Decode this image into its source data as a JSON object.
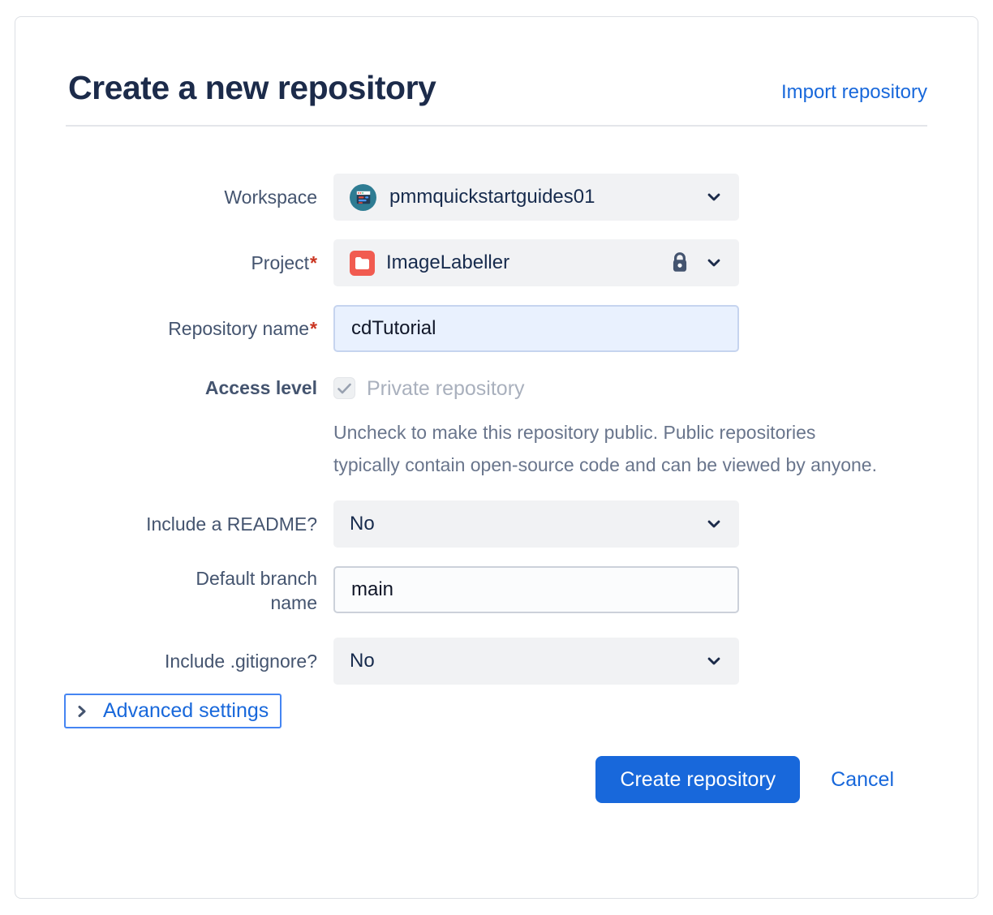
{
  "header": {
    "title": "Create a new repository",
    "import_link": "Import repository"
  },
  "form": {
    "workspace": {
      "label": "Workspace",
      "value": "pmmquickstartguides01"
    },
    "project": {
      "label": "Project",
      "required": "*",
      "value": "ImageLabeller"
    },
    "repo_name": {
      "label": "Repository name",
      "required": "*",
      "value": "cdTutorial"
    },
    "access_level": {
      "label": "Access level",
      "checkbox_label": "Private repository",
      "checkbox_checked": true,
      "description": "Uncheck to make this repository public. Public repositories typically contain open‑source code and can be viewed by anyone."
    },
    "readme": {
      "label": "Include a README?",
      "value": "No"
    },
    "default_branch": {
      "label": "Default branch name",
      "value": "main"
    },
    "gitignore": {
      "label": "Include .gitignore?",
      "value": "No"
    },
    "advanced": {
      "label": "Advanced settings"
    }
  },
  "actions": {
    "create_label": "Create repository",
    "cancel_label": "Cancel"
  },
  "icons": {
    "workspace_avatar": "workspace-avatar",
    "project": "folder-icon",
    "lock": "lock-icon",
    "chevron_down": "chevron-down-icon",
    "chevron_right": "chevron-right-icon",
    "check": "check-icon"
  },
  "colors": {
    "accent_blue": "#1868db",
    "title_navy": "#1c2b4a",
    "label_slate": "#44546f",
    "muted_gray": "#69758c",
    "disabled_gray": "#a9b0bd",
    "field_bg": "#f1f2f4",
    "focused_input_bg": "#e9f1fe",
    "required_red": "#ca3521",
    "project_icon_red": "#f15b50",
    "focus_ring": "#4585f2"
  }
}
